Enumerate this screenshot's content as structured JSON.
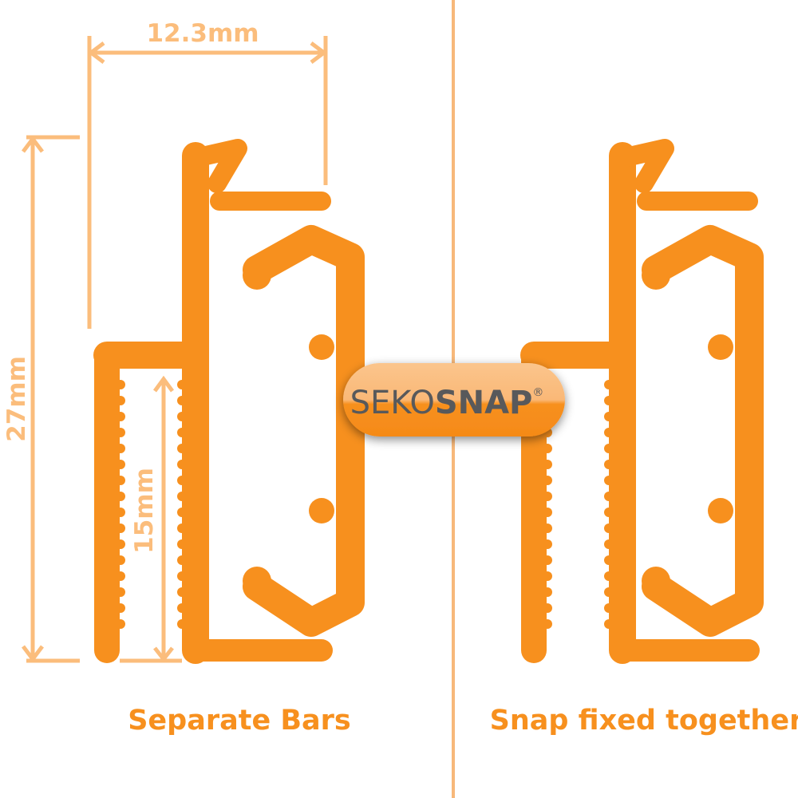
{
  "colors": {
    "profile": "#F7901E",
    "dimension": "#FBBD7C",
    "divider": "#F7B87A",
    "logo_text": "#58595B"
  },
  "dimensions": {
    "width": "12.3mm",
    "height": "27mm",
    "depth": "15mm"
  },
  "logo": {
    "light": "SEKO",
    "bold": "SNAP",
    "mark": "®"
  },
  "captions": {
    "left": "Separate Bars",
    "right": "Snap fixed together"
  }
}
